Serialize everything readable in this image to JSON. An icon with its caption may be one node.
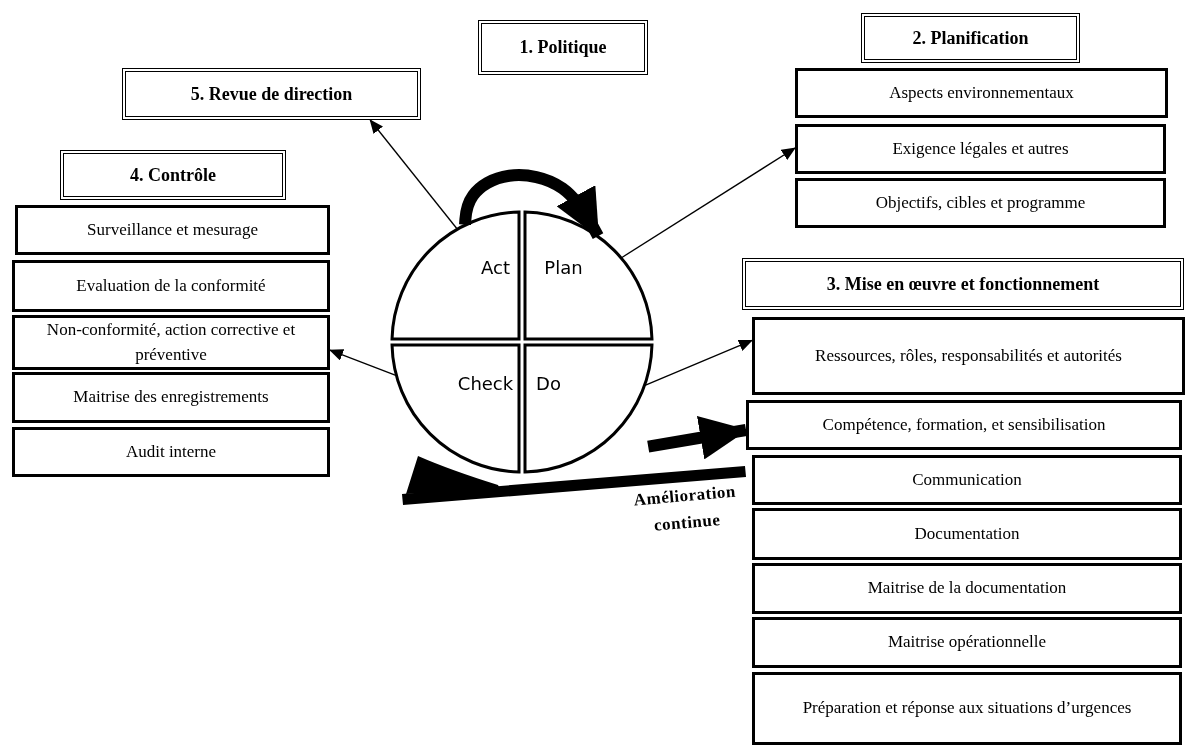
{
  "diagram": {
    "nodes": [
      {
        "text": [
          "1. Politique"
        ]
      },
      {
        "text": [
          "2. Planification"
        ]
      },
      {
        "text": [
          "Aspects environnementaux"
        ]
      },
      {
        "text": [
          "Exigence légales et autres"
        ]
      },
      {
        "text": [
          "Objectifs, cibles et programme"
        ]
      },
      {
        "text": [
          "3. Mise en œuvre et fonctionnement"
        ]
      },
      {
        "text": [
          "Ressources, rôles, responsabilités et autorités"
        ]
      },
      {
        "text": [
          "Compétence, formation, et sensibilisation"
        ]
      },
      {
        "text": [
          "Communication"
        ]
      },
      {
        "text": [
          "Documentation"
        ]
      },
      {
        "text": [
          "Maitrise de la documentation"
        ]
      },
      {
        "text": [
          "Maitrise opérationnelle"
        ]
      },
      {
        "text": [
          "Préparation et réponse aux situations d’urgences"
        ]
      },
      {
        "text": [
          "4. Contrôle"
        ]
      },
      {
        "text": [
          "Surveillance et mesurage"
        ]
      },
      {
        "text": [
          "Evaluation de la conformité"
        ]
      },
      {
        "text": [
          "Non-conformité, action corrective et préventive"
        ]
      },
      {
        "text": [
          "Maitrise des enregistrements"
        ]
      },
      {
        "text": [
          "Audit interne"
        ]
      },
      {
        "text": [
          "5. Revue de direction"
        ]
      },
      {
        "text": [
          "Act"
        ]
      },
      {
        "text": [
          "Plan"
        ]
      },
      {
        "text": [
          "Check"
        ]
      },
      {
        "text": [
          "Do"
        ]
      }
    ],
    "edges": [
      {
        "from": 20,
        "to": 19,
        "arrow": "to"
      },
      {
        "from": 21,
        "to": 3,
        "arrow": "to"
      },
      {
        "from": 22,
        "to": 16,
        "arrow": "to"
      },
      {
        "from": 23,
        "to": 6,
        "arrow": "to"
      },
      {
        "from": 20,
        "to": 21,
        "arrow": "to",
        "style": "thick"
      },
      {
        "from": 23,
        "to": 7,
        "arrow": "to",
        "style": "thick"
      }
    ],
    "labels": [
      "Amélioration continue"
    ]
  }
}
